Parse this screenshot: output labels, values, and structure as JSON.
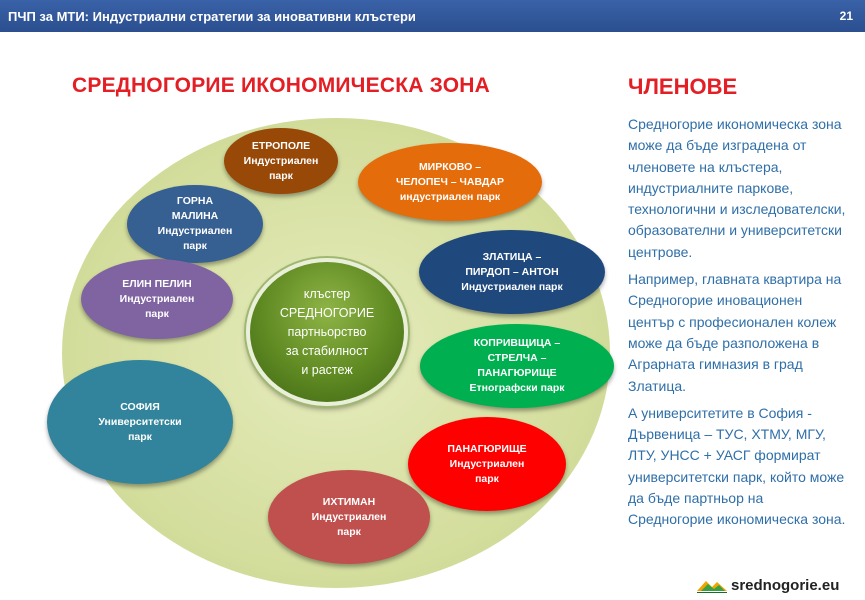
{
  "header": {
    "title": "ПЧП за МТИ: Индустриални стратегии за иновативни клъстери",
    "page_number": "21"
  },
  "left_heading": "СРЕДНОГОРИЕ ИКОНОМИЧЕСКА ЗОНА",
  "right_heading": "ЧЛЕНОВЕ",
  "center": {
    "line1": "клъстер",
    "line2": "СРЕДНОГОРИЕ",
    "line3": "партньорство",
    "line4": "за стабилност",
    "line5": "и растеж"
  },
  "bubbles": {
    "etropole": {
      "line1": "ЕТРОПОЛЕ",
      "line2": "Индустриален",
      "line3": "парк",
      "color": "#984807"
    },
    "mirkovo": {
      "line1": "МИРКОВО –",
      "line2": "ЧЕЛОПЕЧ – ЧАВДАР",
      "line3": "индустриален парк",
      "color": "#e46c0a"
    },
    "gorna": {
      "line1": "ГОРНА",
      "line2": "МАЛИНА",
      "line3": "Индустриален",
      "line4": "парк",
      "color": "#366092"
    },
    "zlatica": {
      "line1": "ЗЛАТИЦА –",
      "line2": "ПИРДОП – АНТОН",
      "line3": "Индустриален парк",
      "color": "#1f497d"
    },
    "elin": {
      "line1": "ЕЛИН ПЕЛИН",
      "line2": "Индустриален",
      "line3": "парк",
      "color": "#8064a2"
    },
    "koprivshtica": {
      "line1": "КОПРИВЩИЦА –",
      "line2": "СТРЕЛЧА –",
      "line3": "ПАНАГЮРИЩЕ",
      "line4": "Етнографски парк",
      "color": "#00b050"
    },
    "sofia": {
      "line1": "СОФИЯ",
      "line2": "Университетски",
      "line3": "парк",
      "color": "#31849b"
    },
    "panagyurishte": {
      "line1": "ПАНАГЮРИЩЕ",
      "line2": "Индустриален",
      "line3": "парк",
      "color": "#ff0000"
    },
    "ihtiman": {
      "line1": "ИХТИМАН",
      "line2": "Индустриален",
      "line3": "парк",
      "color": "#c0504d"
    }
  },
  "body": {
    "p1": "Средногорие икономическа зона може да бъде изградена от членовете на клъстера, индустриалните паркове, технологични и изследователски, образователни и университетски центрове.",
    "p2": "Например, главната квартира на Средногорие иновационен център с професионален колеж може да бъде разположена в Аграрната гимназия в град Златица.",
    "p3": "А университетите в София - Дървеница – ТУС, ХТМУ, МГУ, ЛТУ, УНСС + УАСГ формират университетски парк, който може да бъде партньор на Средногорие икономическа зона."
  },
  "logo": {
    "text": "srednogorie.eu",
    "icon": "mountains-logo-icon"
  }
}
